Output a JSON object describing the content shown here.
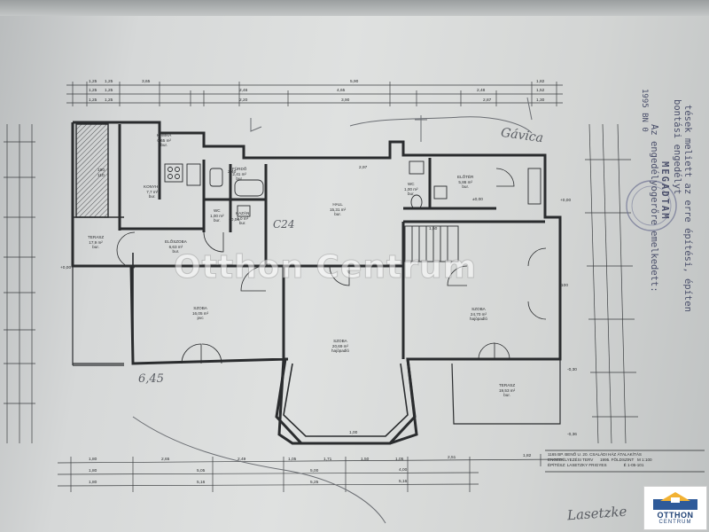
{
  "watermark": "Otthon Centrum",
  "logo": {
    "line1": "OTTHON",
    "line2": "CENTRUM"
  },
  "stamp": {
    "lines": [
      "tések meliett az erre építési, építen",
      "bontási engedélyt",
      "MEGADTAM",
      "Az engedélyogerőre emelkedett:"
    ],
    "date": "1995 BN 0"
  },
  "annotations": {
    "top_right": "Gávica",
    "mid_left": "C24",
    "bottom_left": "6,45",
    "signature": "Lasetzke"
  },
  "title_block": {
    "lines": [
      "1165 BP. BENŐ U. 20. CSALÁDI HÁZ ÁTALAKÍTÁS",
      "ENGEDÉLYEZÉSI TERV      1995. FÖLDSZINT   M 1:100",
      "ÉPÍTÉSZ: LASETZKY FRIGYES               É 1-05-101"
    ]
  },
  "rooms": [
    {
      "id": "kamra",
      "lines": [
        "KAMRA",
        "0,65 m²",
        "bur."
      ]
    },
    {
      "id": "furdo",
      "lines": [
        "FÜRDŐ",
        "2,41 m²",
        "bur."
      ]
    },
    {
      "id": "konyha",
      "lines": [
        "KONYHA",
        "7,7 m²",
        "bur."
      ]
    },
    {
      "id": "wc1",
      "lines": [
        "WC",
        "1,00 m²",
        "bur."
      ]
    },
    {
      "id": "kazan",
      "lines": [
        "KAZÁN",
        "1,0 m²",
        "bur."
      ]
    },
    {
      "id": "hall",
      "lines": [
        "HALL",
        "15,31 m²",
        "bur."
      ]
    },
    {
      "id": "wc2",
      "lines": [
        "WC",
        "1,00 m²",
        "bur."
      ]
    },
    {
      "id": "eloter",
      "lines": [
        "ELŐTÉR",
        "5,86 m²",
        "bur."
      ]
    },
    {
      "id": "terasz1",
      "lines": [
        "TERASZ",
        "17,9 m²",
        "bur."
      ]
    },
    {
      "id": "eloszoba",
      "lines": [
        "ELŐSZOBA",
        "6,63 m²",
        "bur."
      ]
    },
    {
      "id": "szoba1",
      "lines": [
        "SZOBA",
        "16,05 m²",
        "pvc"
      ]
    },
    {
      "id": "szoba2",
      "lines": [
        "SZOBA",
        "20,69 m²",
        "hajópadló"
      ]
    },
    {
      "id": "szoba3",
      "lines": [
        "SZOBA",
        "24,70 m²",
        "hajópadló"
      ]
    },
    {
      "id": "terasz2",
      "lines": [
        "TERASZ",
        "19,53 m²",
        "bur."
      ]
    }
  ],
  "dims": {
    "top1": [
      "1,25",
      "1,25",
      "3,65",
      "5,90",
      "1,82"
    ],
    "top2": [
      "1,25",
      "1,25",
      "2,46",
      "4,65",
      "2,48",
      "1,52"
    ],
    "top3": [
      "1,25",
      "1,25",
      "2,20",
      "3,90",
      "2,87",
      "1,30"
    ],
    "bottom1": [
      "1,80",
      "2,65",
      "2,49",
      "1,05",
      "1,71",
      "1,50",
      "1,05",
      "2,51",
      "1,82"
    ],
    "bottom2": [
      "1,80",
      "5,05",
      "5,00",
      "4,00"
    ],
    "bottom3": [
      "1,80",
      "5,16",
      "5,25",
      "5,16"
    ],
    "misc": [
      "190",
      "110",
      "2,40",
      "2,97",
      "1,00",
      "1,50",
      "100",
      "+0,00",
      "-0,36",
      "+0,00",
      "-0,30",
      "±0,00",
      "+0,00"
    ]
  }
}
